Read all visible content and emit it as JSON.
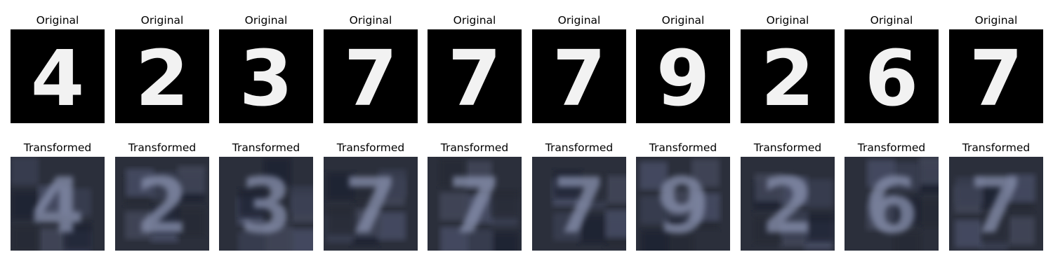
{
  "rows": [
    {
      "kind": "original",
      "items": [
        {
          "title": "Original",
          "digit": "4"
        },
        {
          "title": "Original",
          "digit": "2"
        },
        {
          "title": "Original",
          "digit": "3"
        },
        {
          "title": "Original",
          "digit": "7"
        },
        {
          "title": "Original",
          "digit": "7"
        },
        {
          "title": "Original",
          "digit": "7"
        },
        {
          "title": "Original",
          "digit": "9"
        },
        {
          "title": "Original",
          "digit": "2"
        },
        {
          "title": "Original",
          "digit": "6"
        },
        {
          "title": "Original",
          "digit": "7"
        }
      ]
    },
    {
      "kind": "transformed",
      "items": [
        {
          "title": "Transformed",
          "digit": "4"
        },
        {
          "title": "Transformed",
          "digit": "2"
        },
        {
          "title": "Transformed",
          "digit": "3"
        },
        {
          "title": "Transformed",
          "digit": "7"
        },
        {
          "title": "Transformed",
          "digit": "7"
        },
        {
          "title": "Transformed",
          "digit": "7"
        },
        {
          "title": "Transformed",
          "digit": "9"
        },
        {
          "title": "Transformed",
          "digit": "2"
        },
        {
          "title": "Transformed",
          "digit": "6"
        },
        {
          "title": "Transformed",
          "digit": "7"
        }
      ]
    }
  ],
  "colors": {
    "original_bg": "#000000",
    "original_fg": "#f2f2f2",
    "transformed_bg": "#2b2f3b",
    "transformed_fg": "#8a93b0"
  }
}
